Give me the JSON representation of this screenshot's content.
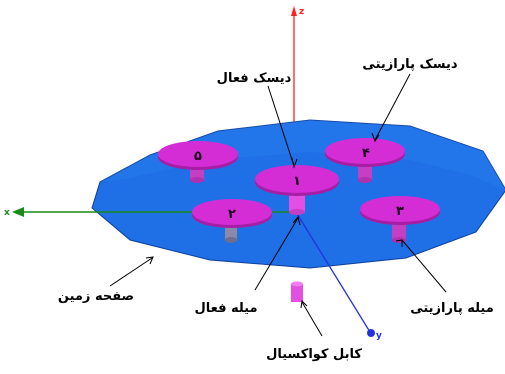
{
  "labels": {
    "active_disk": "دیسک فعال",
    "parasitic_disk": "دیسک پارازیتی",
    "ground_plane": "صفحه زمین",
    "active_rod": "میله فعال",
    "parasitic_rod": "میله پارازیتی",
    "coax_cable": "کابل کواکسیال"
  },
  "disk_numbers": {
    "d1": "۱",
    "d2": "۲",
    "d3": "۳",
    "d4": "۴",
    "d5": "۵"
  },
  "axes": {
    "z": "z",
    "x": "x",
    "y": "y"
  },
  "colors": {
    "ground_plane": "#1f6fe6",
    "disk": "#d21fd2",
    "rod": "#e24fe2",
    "z_axis": "#ff2020",
    "x_axis": "#1a8a1a",
    "y_axis": "#2233dd"
  }
}
